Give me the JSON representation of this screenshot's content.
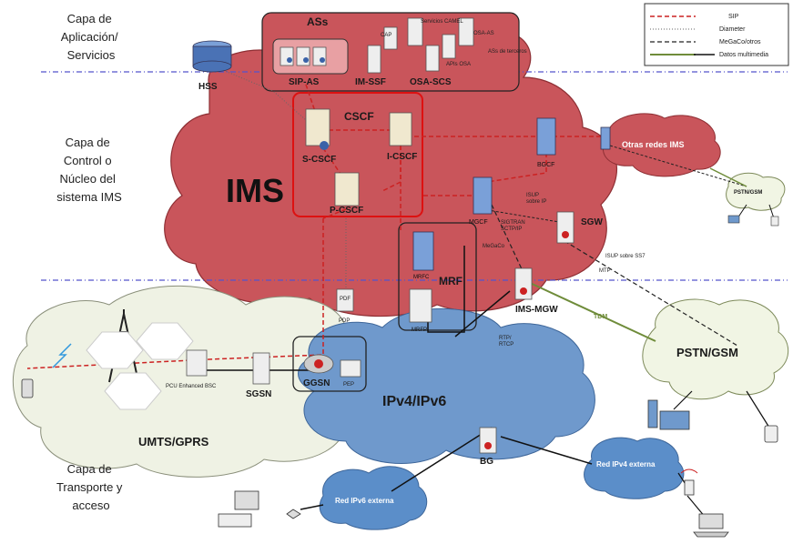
{
  "layers": {
    "application": [
      "Capa de",
      "Aplicación/",
      "Servicios"
    ],
    "control": [
      "Capa de",
      "Control o",
      "Núcleo del",
      "sistema IMS"
    ],
    "transport": [
      "Capa de",
      "Transporte y",
      "acceso"
    ]
  },
  "legend": {
    "sip": "SIP",
    "diameter": "Diameter",
    "megaco": "MeGaCo/otros",
    "multimedia": "Datos multimedia"
  },
  "clouds": {
    "ims": "IMS",
    "umts": "UMTS/GPRS",
    "ipv4v6": "IPv4/IPv6",
    "pstn": "PSTN/GSM",
    "pstn_small": "PSTN/GSM",
    "otras": "Otras redes IMS",
    "ipv6ext": "Red IPv6 externa",
    "ipv4ext": "Red IPv4 externa"
  },
  "boxes": {
    "ass": "ASs",
    "cscf": "CSCF",
    "mrf": "MRF"
  },
  "nodes": {
    "hss": "HSS",
    "sipas": "SIP-AS",
    "imssf": "IM-SSF",
    "osascs": "OSA-SCS",
    "cap": "CAP",
    "camel": "Servicios CAMEL",
    "osaas": "OSA-AS",
    "apis": "APIs OSA",
    "terceros": "ASs de terceros",
    "scscf": "S-CSCF",
    "icscf": "I-CSCF",
    "pcscf": "P-CSCF",
    "bgcf": "BGCF",
    "mgcf": "MGCF",
    "sgw": "SGW",
    "mrfc": "MRFC",
    "mrfp": "MRFP",
    "pdf": "PDF",
    "pdp": "PDP",
    "imsmgw": "IMS-MGW",
    "pcu": "PCU Enhanced BSC",
    "sgsn": "SGSN",
    "ggsn": "GGSN",
    "pep": "PEP",
    "bg": "BG",
    "isup_ip": [
      "ISUP",
      "sobre IP"
    ],
    "sigtran": [
      "SIGTRAN",
      "SCTP/IP"
    ],
    "megaco_lbl": "MeGaCo",
    "isup_ss7": "ISUP sobre SS7",
    "mtp": "MTP",
    "tdm": "TDM",
    "rtp": [
      "RTP/",
      "RTCP"
    ]
  },
  "colors": {
    "ims_fill": "#c9555b",
    "ims_dark": "#a23a40",
    "umts_fill": "#eff2e4",
    "ipv4v6_fill": "#6f99cc",
    "ext_fill": "#5b8ec9",
    "pstn_fill": "#f1f5e4",
    "box_red": "#cc2222",
    "sip_line": "#cc2222",
    "mm_line": "#6f8c3a",
    "layer_divider": "#5555cc"
  }
}
